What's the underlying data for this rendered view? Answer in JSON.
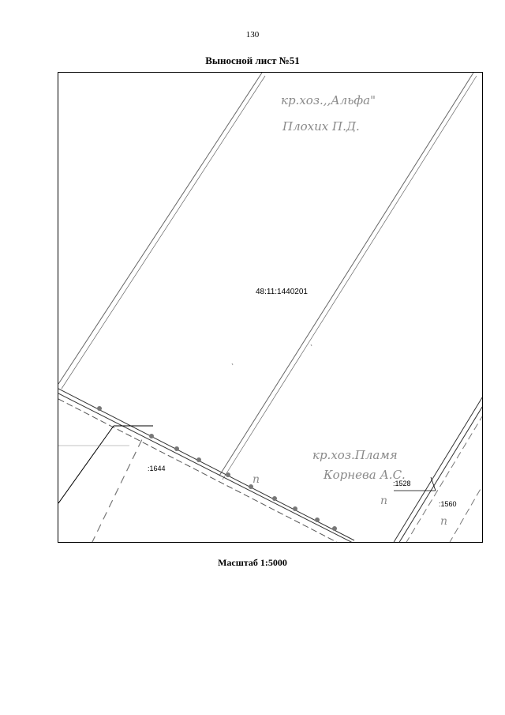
{
  "page": {
    "number": "130",
    "title": "Выносной лист №51",
    "scale": "Масштаб 1:5000"
  },
  "map": {
    "parcel_main": "48:11:1440201",
    "parcel_1644": ":1644",
    "parcel_1528": ":1528",
    "parcel_1560": ":1560",
    "farm_top": "кр.хоз.,,Альфа\"",
    "owner_top": "Плохих П.Д.",
    "farm_bottom": "кр.хоз.Пламя",
    "owner_bottom": "Корнева А.С.",
    "land_symbol": "п",
    "colors": {
      "line": "#555555",
      "handwriting": "#8a8a8a",
      "text": "#000000"
    }
  }
}
